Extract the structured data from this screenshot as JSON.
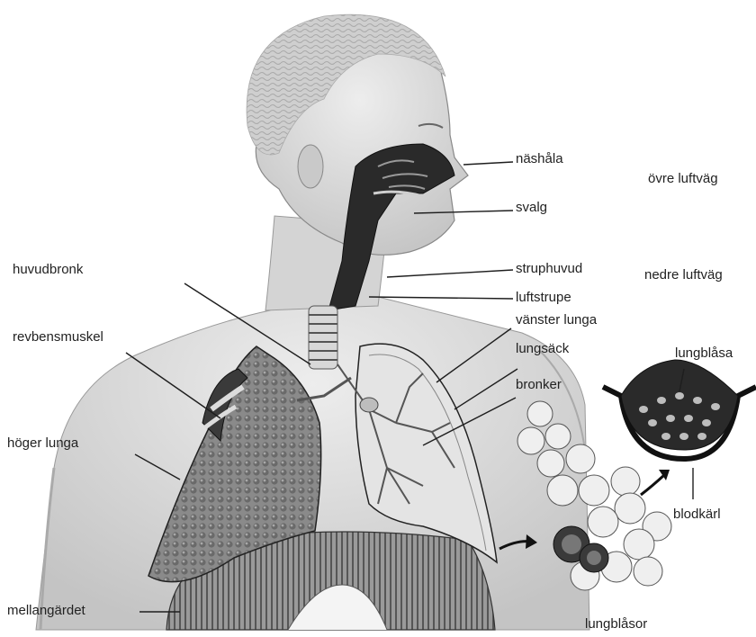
{
  "labels": {
    "nashala": "näshåla",
    "svalg": "svalg",
    "struphuvud": "struphuvud",
    "luftstrupe": "luftstrupe",
    "vanster_lunga": "vänster lunga",
    "lungsack": "lungsäck",
    "bronker": "bronker",
    "huvudbronk": "huvudbronk",
    "revbensmuskel": "revbensmuskel",
    "hoger_lunga": "höger lunga",
    "mellangardet": "mellangärdet",
    "ovre_luftvag": "övre luftväg",
    "nedre_luftvag": "nedre luftväg",
    "lungblasa": "lungblåsa",
    "blodkarl": "blodkärl",
    "lungblasor": "lungblåsor"
  },
  "colors": {
    "ink": "#1e1e1e",
    "skin": "#dcdcdc",
    "tissue": "#bdbdbd",
    "dark": "#2a2a2a"
  }
}
